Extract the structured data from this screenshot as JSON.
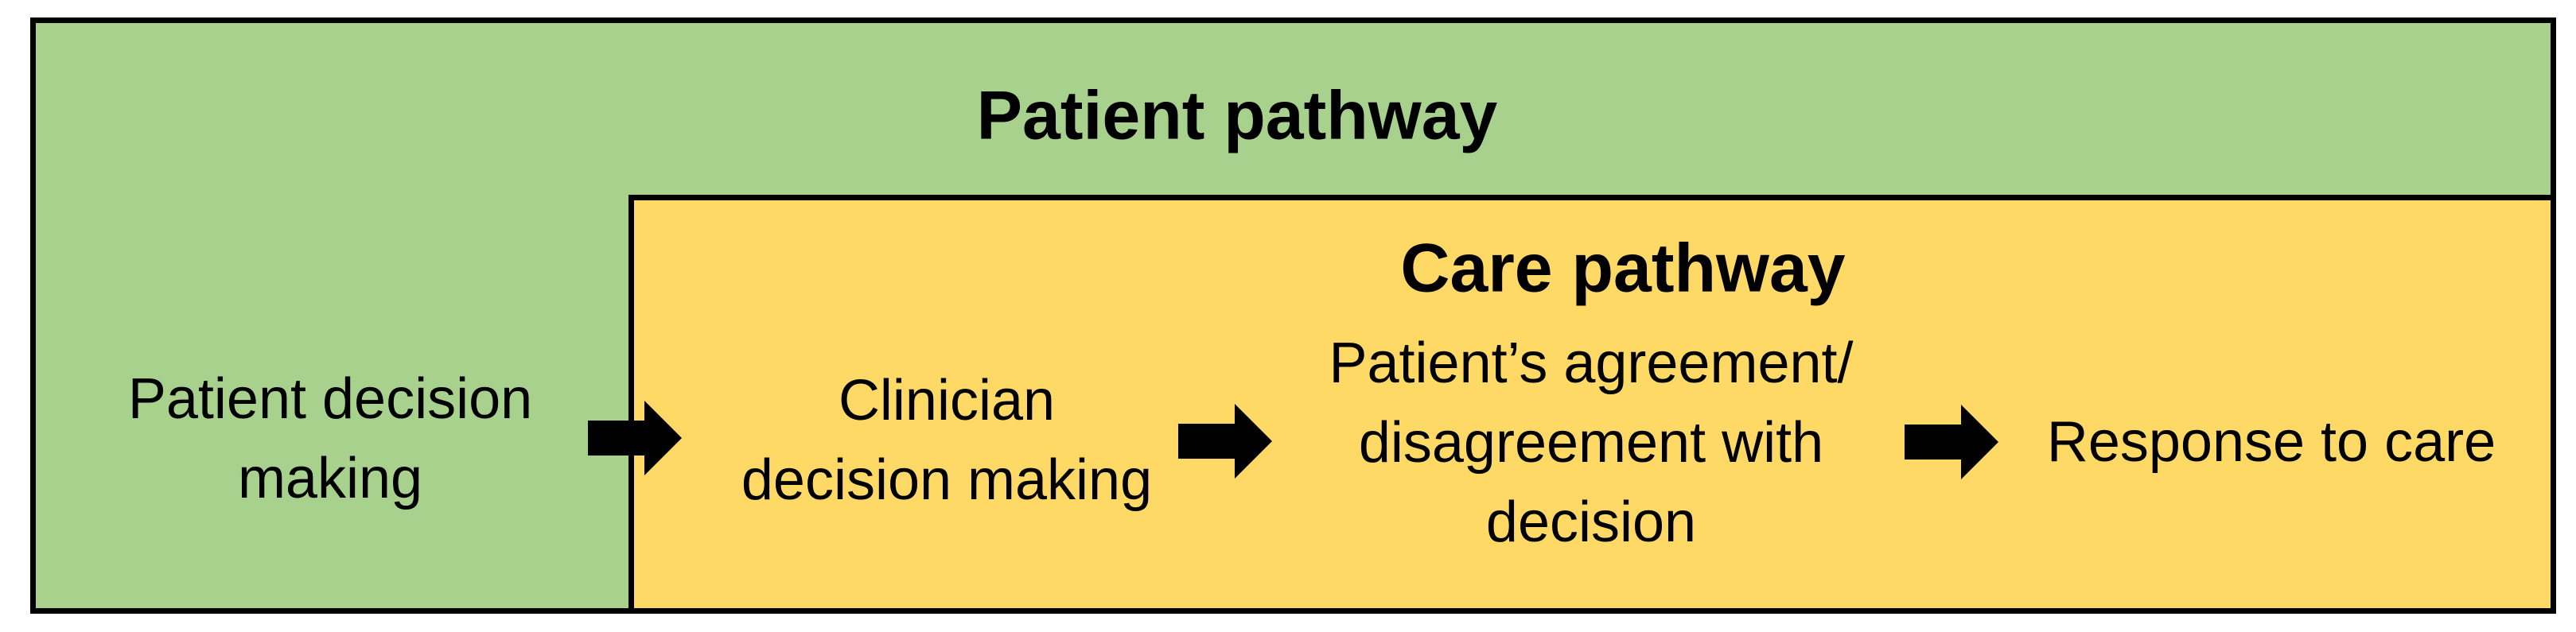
{
  "diagram": {
    "patient_pathway": {
      "title": "Patient pathway",
      "fill": "#A9D18E"
    },
    "care_pathway": {
      "title": "Care pathway",
      "fill": "#FFD966"
    },
    "steps": [
      {
        "name": "patient-decision-making",
        "zone": "patient-pathway",
        "lines": [
          "Patient decision",
          "making"
        ]
      },
      {
        "name": "clinician-decision-making",
        "zone": "care-pathway",
        "lines": [
          "Clinician",
          "decision making"
        ]
      },
      {
        "name": "patient-agreement-disagreement",
        "zone": "care-pathway",
        "lines": [
          "Patient’s agreement/",
          "disagreement with",
          "decision"
        ]
      },
      {
        "name": "response-to-care",
        "zone": "care-pathway",
        "lines": [
          "Response to care"
        ]
      }
    ],
    "arrows": [
      {
        "name": "arrow-right-icon",
        "from": "patient-decision-making",
        "to": "clinician-decision-making"
      },
      {
        "name": "arrow-right-icon",
        "from": "clinician-decision-making",
        "to": "patient-agreement-disagreement"
      },
      {
        "name": "arrow-right-icon",
        "from": "patient-agreement-disagreement",
        "to": "response-to-care"
      }
    ],
    "colors": {
      "patient_pathway_fill": "#A9D18E",
      "care_pathway_fill": "#FFD966",
      "border": "#000000",
      "arrow": "#000000",
      "text": "#000000",
      "background": "#FFFFFF"
    }
  }
}
